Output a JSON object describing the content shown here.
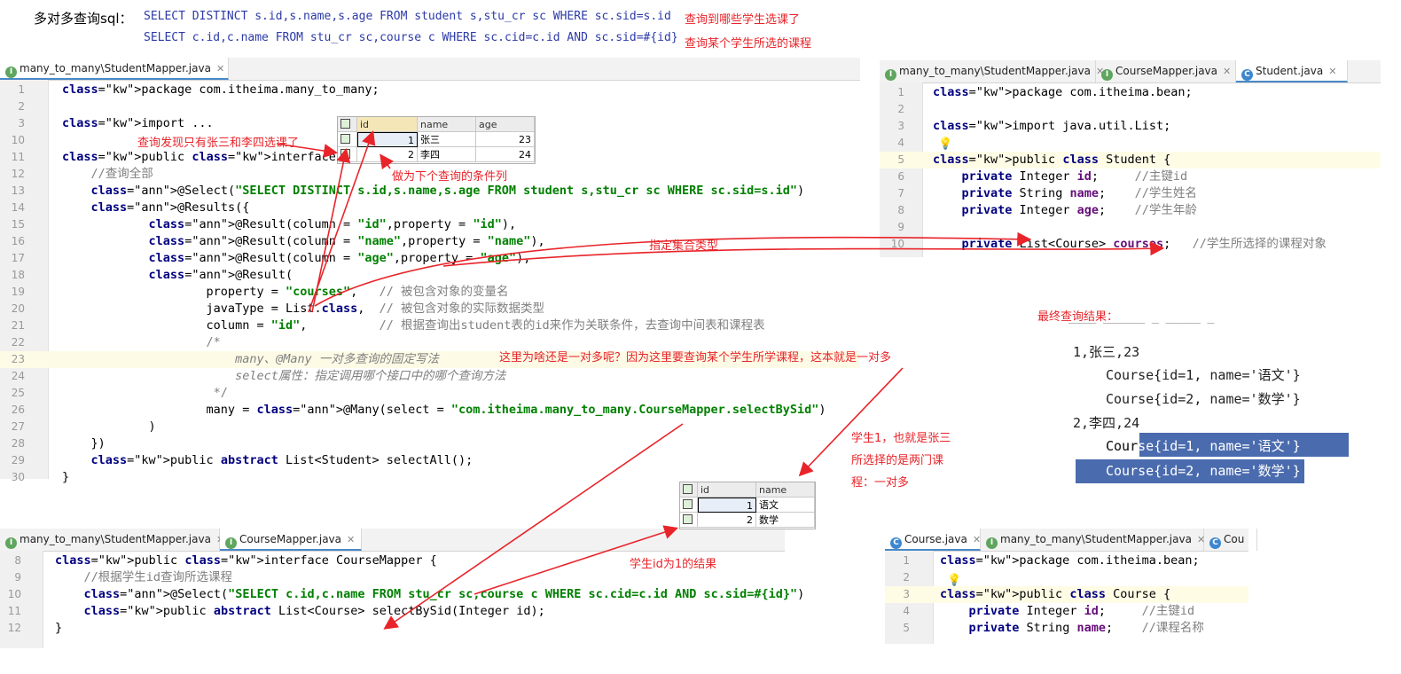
{
  "header": {
    "title": "多对多查询sql：",
    "sql1": "SELECT DISTINCT s.id,s.name,s.age FROM student s,stu_cr sc WHERE sc.sid=s.id",
    "note1": "查询到哪些学生选课了",
    "sql2": "SELECT c.id,c.name FROM stu_cr sc,course c WHERE sc.cid=c.id AND sc.sid=#{id}",
    "note2": "查询某个学生所选的课程"
  },
  "colors": {
    "annotation_red": "#e8242a",
    "sql_blue": "#2c3aa8",
    "keyword": "#000080",
    "string": "#008000",
    "annotation": "#808000",
    "comment": "#808080",
    "selection": "#4a6bae"
  },
  "studentMapper": {
    "tab": "many_to_many\\StudentMapper.java",
    "lines": [
      {
        "n": "1",
        "t": "package com.itheima.many_to_many;"
      },
      {
        "n": "2",
        "t": ""
      },
      {
        "n": "3",
        "t": "import ..."
      },
      {
        "n": "10",
        "t": ""
      },
      {
        "n": "11",
        "t": "public interface StudentMapper {"
      },
      {
        "n": "12",
        "t": "    //查询全部"
      },
      {
        "n": "13",
        "t": "    @Select(\"SELECT DISTINCT s.id,s.name,s.age FROM student s,stu_cr sc WHERE sc.sid=s.id\")"
      },
      {
        "n": "14",
        "t": "    @Results({"
      },
      {
        "n": "15",
        "t": "            @Result(column = \"id\",property = \"id\"),"
      },
      {
        "n": "16",
        "t": "            @Result(column = \"name\",property = \"name\"),"
      },
      {
        "n": "17",
        "t": "            @Result(column = \"age\",property = \"age\"),"
      },
      {
        "n": "18",
        "t": "            @Result("
      },
      {
        "n": "19",
        "t": "                    property = \"courses\",   // 被包含对象的变量名"
      },
      {
        "n": "20",
        "t": "                    javaType = List.class,  // 被包含对象的实际数据类型"
      },
      {
        "n": "21",
        "t": "                    column = \"id\",          // 根据查询出student表的id来作为关联条件，去查询中间表和课程表"
      },
      {
        "n": "22",
        "t": "                    /*"
      },
      {
        "n": "23",
        "t": "                        many、@Many 一对多查询的固定写法"
      },
      {
        "n": "24",
        "t": "                        select属性：指定调用哪个接口中的哪个查询方法"
      },
      {
        "n": "25",
        "t": "                     */"
      },
      {
        "n": "26",
        "t": "                    many = @Many(select = \"com.itheima.many_to_many.CourseMapper.selectBySid\")"
      },
      {
        "n": "27",
        "t": "            )"
      },
      {
        "n": "28",
        "t": "    })"
      },
      {
        "n": "29",
        "t": "    public abstract List<Student> selectAll();"
      },
      {
        "n": "30",
        "t": "}"
      }
    ]
  },
  "studentGrid": {
    "headers": [
      "id",
      "name",
      "age"
    ],
    "rows": [
      [
        "1",
        "张三",
        "23"
      ],
      [
        "2",
        "李四",
        "24"
      ]
    ]
  },
  "courseGrid": {
    "headers": [
      "id",
      "name"
    ],
    "rows": [
      [
        "1",
        "语文"
      ],
      [
        "2",
        "数学"
      ]
    ]
  },
  "studentJava": {
    "tabs": [
      "many_to_many\\StudentMapper.java",
      "CourseMapper.java",
      "Student.java"
    ],
    "lines": [
      {
        "n": "1",
        "t": "package com.itheima.bean;"
      },
      {
        "n": "2",
        "t": ""
      },
      {
        "n": "3",
        "t": "import java.util.List;"
      },
      {
        "n": "4",
        "t": ""
      },
      {
        "n": "5",
        "t": "public class Student {"
      },
      {
        "n": "6",
        "t": "    private Integer id;     //主键id"
      },
      {
        "n": "7",
        "t": "    private String name;    //学生姓名"
      },
      {
        "n": "8",
        "t": "    private Integer age;    //学生年龄"
      },
      {
        "n": "9",
        "t": ""
      },
      {
        "n": "10",
        "t": "    private List<Course> courses;   //学生所选择的课程对象"
      }
    ]
  },
  "courseMapper": {
    "tabs": [
      "many_to_many\\StudentMapper.java",
      "CourseMapper.java"
    ],
    "lines": [
      {
        "n": "8",
        "t": "public interface CourseMapper {"
      },
      {
        "n": "9",
        "t": "    //根据学生id查询所选课程"
      },
      {
        "n": "10",
        "t": "    @Select(\"SELECT c.id,c.name FROM stu_cr sc,course c WHERE sc.cid=c.id AND sc.sid=#{id}\")"
      },
      {
        "n": "11",
        "t": "    public abstract List<Course> selectBySid(Integer id);"
      },
      {
        "n": "12",
        "t": "}"
      }
    ]
  },
  "courseJava": {
    "tabs": [
      "Course.java",
      "many_to_many\\StudentMapper.java",
      "Cou"
    ],
    "lines": [
      {
        "n": "1",
        "t": "package com.itheima.bean;"
      },
      {
        "n": "2",
        "t": ""
      },
      {
        "n": "3",
        "t": "public class Course {"
      },
      {
        "n": "4",
        "t": "    private Integer id;     //主键id"
      },
      {
        "n": "5",
        "t": "    private String name;    //课程名称"
      }
    ]
  },
  "result": {
    "label": "最终查询结果：",
    "lines": [
      "1,张三,23",
      "Course{id=1, name='语文'}",
      "Course{id=2, name='数学'}",
      "2,李四,24",
      "Course{id=1, name='语文'}",
      "Course{id=2, name='数学'}"
    ]
  },
  "annotations": {
    "a1": "查询发现只有张三和李四选课了",
    "a2": "做为下个查询的条件列",
    "a3": "指定集合类型",
    "a4": "这里为啥还是一对多呢？因为这里要查询某个学生所学课程，这本就是一对多",
    "a5a": "学生1，也就是张三",
    "a5b": "所选择的是两门课",
    "a5c": "程：一对多",
    "a6": "学生id为1的结果"
  }
}
